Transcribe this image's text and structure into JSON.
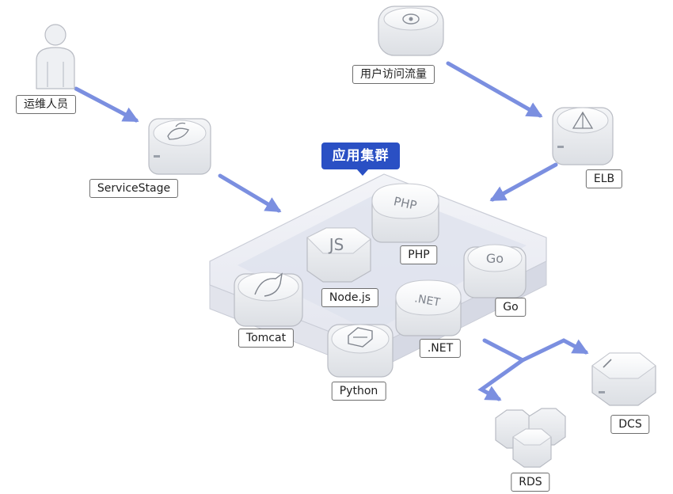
{
  "labels": {
    "ops": "运维人员",
    "traffic": "用户访问流量",
    "servicestage": "ServiceStage",
    "elb": "ELB",
    "cluster": "应用集群",
    "php": "PHP",
    "nodejs": "Node.js",
    "go": "Go",
    "tomcat": "Tomcat",
    "dotnet": ".NET",
    "python": "Python",
    "dcs": "DCS",
    "rds": "RDS"
  },
  "icon_text": {
    "php": "PHP",
    "js": "JS",
    "go": "Go",
    "dotnet": ".NET"
  },
  "colors": {
    "arrow": "#7b8fe0",
    "badge": "#2a50c4"
  }
}
